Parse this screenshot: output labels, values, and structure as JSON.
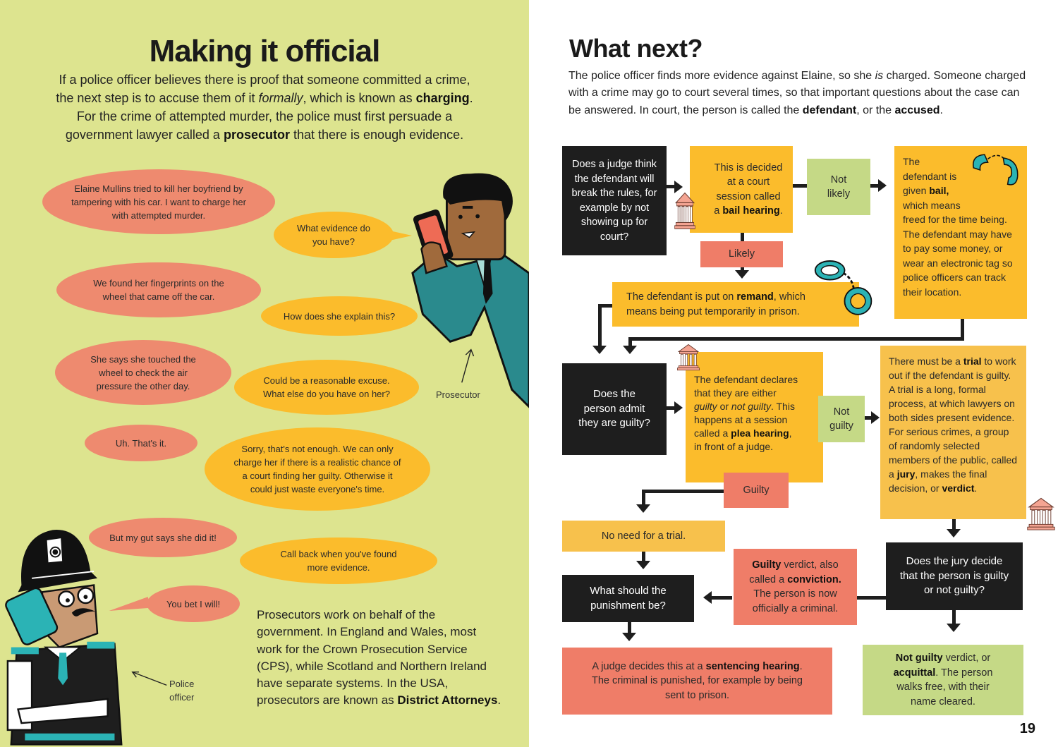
{
  "left_page": {
    "title": "Making it official",
    "intro": {
      "line1": "If a police officer believes there is proof that someone committed a crime,",
      "line2_pre": "the next step is to accuse them of it ",
      "line2_em": "formally",
      "line2_mid": ", which is known as ",
      "line2_bold": "charging",
      "line2_end": ".",
      "line3": "For the crime of attempted murder, the police must first persuade a",
      "line4_pre": "government lawyer called a ",
      "line4_bold": "prosecutor",
      "line4_end": " that there is enough evidence."
    },
    "dialogue": [
      {
        "speaker": "police",
        "text": "Elaine Mullins tried to kill her boyfriend by tampering with his car. I want to charge her with attempted murder."
      },
      {
        "speaker": "prosecutor",
        "text": "What evidence do you have?"
      },
      {
        "speaker": "police",
        "text": "We found her fingerprints on the wheel that came off the car."
      },
      {
        "speaker": "prosecutor",
        "text": "How does she explain this?"
      },
      {
        "speaker": "police",
        "text": "She says she touched the wheel to check the air pressure the other day."
      },
      {
        "speaker": "prosecutor",
        "text": "Could be a reasonable excuse. What else do you have on her?"
      },
      {
        "speaker": "police",
        "text": "Uh. That's it."
      },
      {
        "speaker": "prosecutor",
        "text": "Sorry, that's not enough. We can only charge her if there is a realistic chance of a court finding her guilty. Otherwise it could just waste everyone's time."
      },
      {
        "speaker": "police",
        "text": "But my gut says she did it!"
      },
      {
        "speaker": "prosecutor",
        "text": "Call back when you've found more evidence."
      },
      {
        "speaker": "police",
        "text": "You bet I will!"
      }
    ],
    "labels": {
      "prosecutor": "Prosecutor",
      "police_officer_1": "Police",
      "police_officer_2": "officer"
    },
    "footnote": {
      "text": "Prosecutors work on behalf of the government. In England and Wales, most work for the Crown Prosecution Service (CPS), while Scotland and Northern Ireland have separate systems. In the USA, prosecutors are known as ",
      "bold": "District Attorneys",
      "end": "."
    }
  },
  "right_page": {
    "title": "What next?",
    "intro": {
      "pre": "The police officer finds more evidence against Elaine, so she ",
      "em": "is",
      "mid": " charged. Someone charged with a crime may go to court several times, so that important questions about the case can be answered. In court, the person is called the ",
      "bold1": "defendant",
      "mid2": ", or the ",
      "bold2": "accused",
      "end": "."
    },
    "flow": {
      "q_bail": "Does a judge think the defendant will break the rules, for example by not showing up for court?",
      "bail_hearing": {
        "pre": "This is decided at a court session called a ",
        "bold": "bail hearing",
        "end": "."
      },
      "not_likely": "Not likely",
      "likely": "Likely",
      "bail_given": {
        "pre": "The defendant is given ",
        "bold": "bail,",
        "end": " which means freed for the time being. The defendant may have to pay some money, or wear an electronic tag so police officers can track their location."
      },
      "remand": {
        "pre": "The defendant is put on ",
        "bold": "remand",
        "end": ", which means being put temporarily in prison."
      },
      "q_admit": "Does the person admit they are guilty?",
      "plea": {
        "pre": "The defendant declares that they are either ",
        "em1": "guilty",
        "mid1": " or ",
        "em2": "not guilty",
        "mid2": ". This happens at a session called a ",
        "bold": "plea hearing",
        "end": ", in front of a judge."
      },
      "not_guilty": "Not guilty",
      "guilty": "Guilty",
      "trial": {
        "pre": "There must be a ",
        "bold1": "trial",
        "mid1": " to work out if the defendant is guilty. A trial is a long, formal process, at which lawyers on both sides present evidence. For serious crimes, a group of randomly selected members of the public, called a ",
        "bold2": "jury",
        "mid2": ", makes the final decision, or ",
        "bold3": "verdict",
        "end": "."
      },
      "no_trial": "No need for a trial.",
      "q_jury": "Does the jury decide that the person is guilty or not guilty?",
      "q_punish": "What should the punishment be?",
      "conviction": {
        "bold1": "Guilty",
        "mid": " verdict, also called a ",
        "bold2": "conviction.",
        "end": " The person is now officially a criminal."
      },
      "sentencing": {
        "pre": "A judge decides this at a ",
        "bold": "sentencing hearing",
        "end": ". The criminal is punished, for example by being sent to prison."
      },
      "acquittal": {
        "bold1": "Not guilty",
        "mid": " verdict, or ",
        "bold2": "acquittal",
        "end": ". The person walks free, with their name cleared."
      }
    },
    "page_number": "19"
  },
  "colors": {
    "left_bg": "#dde48f",
    "bubble_red": "#ee8a6f",
    "bubble_yellow": "#fbbc2c",
    "box_black": "#1e1e1e",
    "box_yellow": "#fbbc2c",
    "box_red": "#ef7d68",
    "box_green": "#c5d986",
    "teal": "#2bb3b5"
  }
}
